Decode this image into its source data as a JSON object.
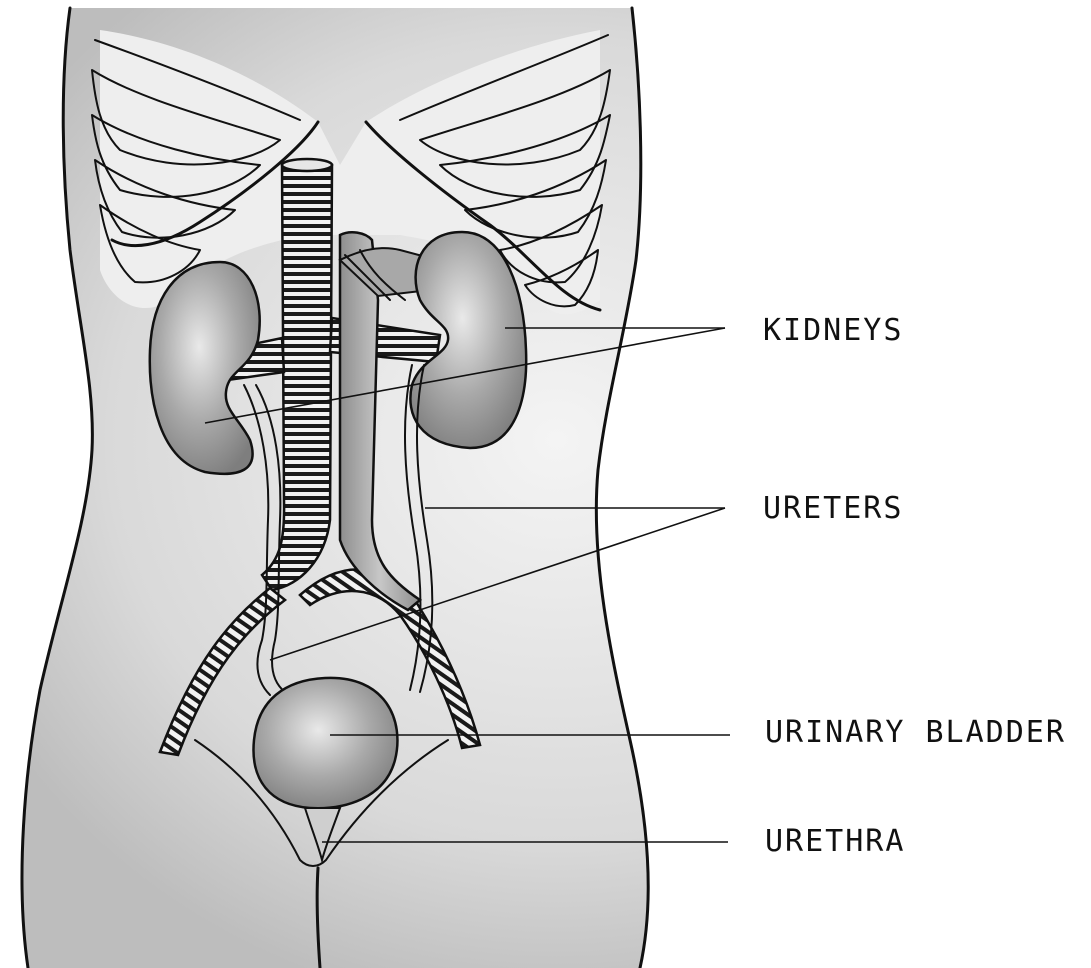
{
  "labels": {
    "kidneys": "KIDNEYS",
    "ureters": "URETERS",
    "urinary_bladder": "URINARY BLADDER",
    "urethra": "URETHRA"
  },
  "colors": {
    "line": "#111111",
    "organ_fill": "#9a9a9a",
    "body_shade": "#dcdcdc",
    "background": "#ffffff"
  }
}
